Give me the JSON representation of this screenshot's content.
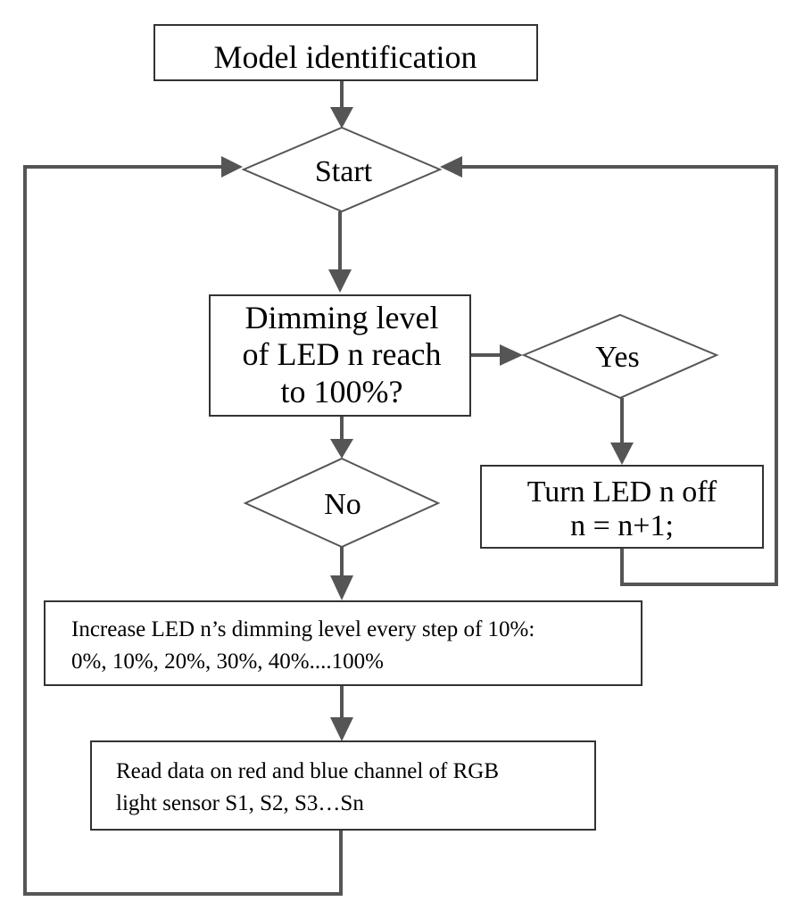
{
  "nodes": {
    "model_identification": "Model identification",
    "start": "Start",
    "dimming_check": [
      "Dimming level",
      "of LED n reach",
      "to 100%?"
    ],
    "yes": "Yes",
    "no": "No",
    "turn_off": [
      "Turn LED n off",
      "n = n+1;"
    ],
    "increase": [
      "Increase LED n’s dimming level every step of 10%:",
      "0%, 10%, 20%, 30%, 40%....100%"
    ],
    "read_data": [
      "Read data on red and blue channel of RGB",
      "light sensor S1, S2, S3…Sn"
    ]
  }
}
